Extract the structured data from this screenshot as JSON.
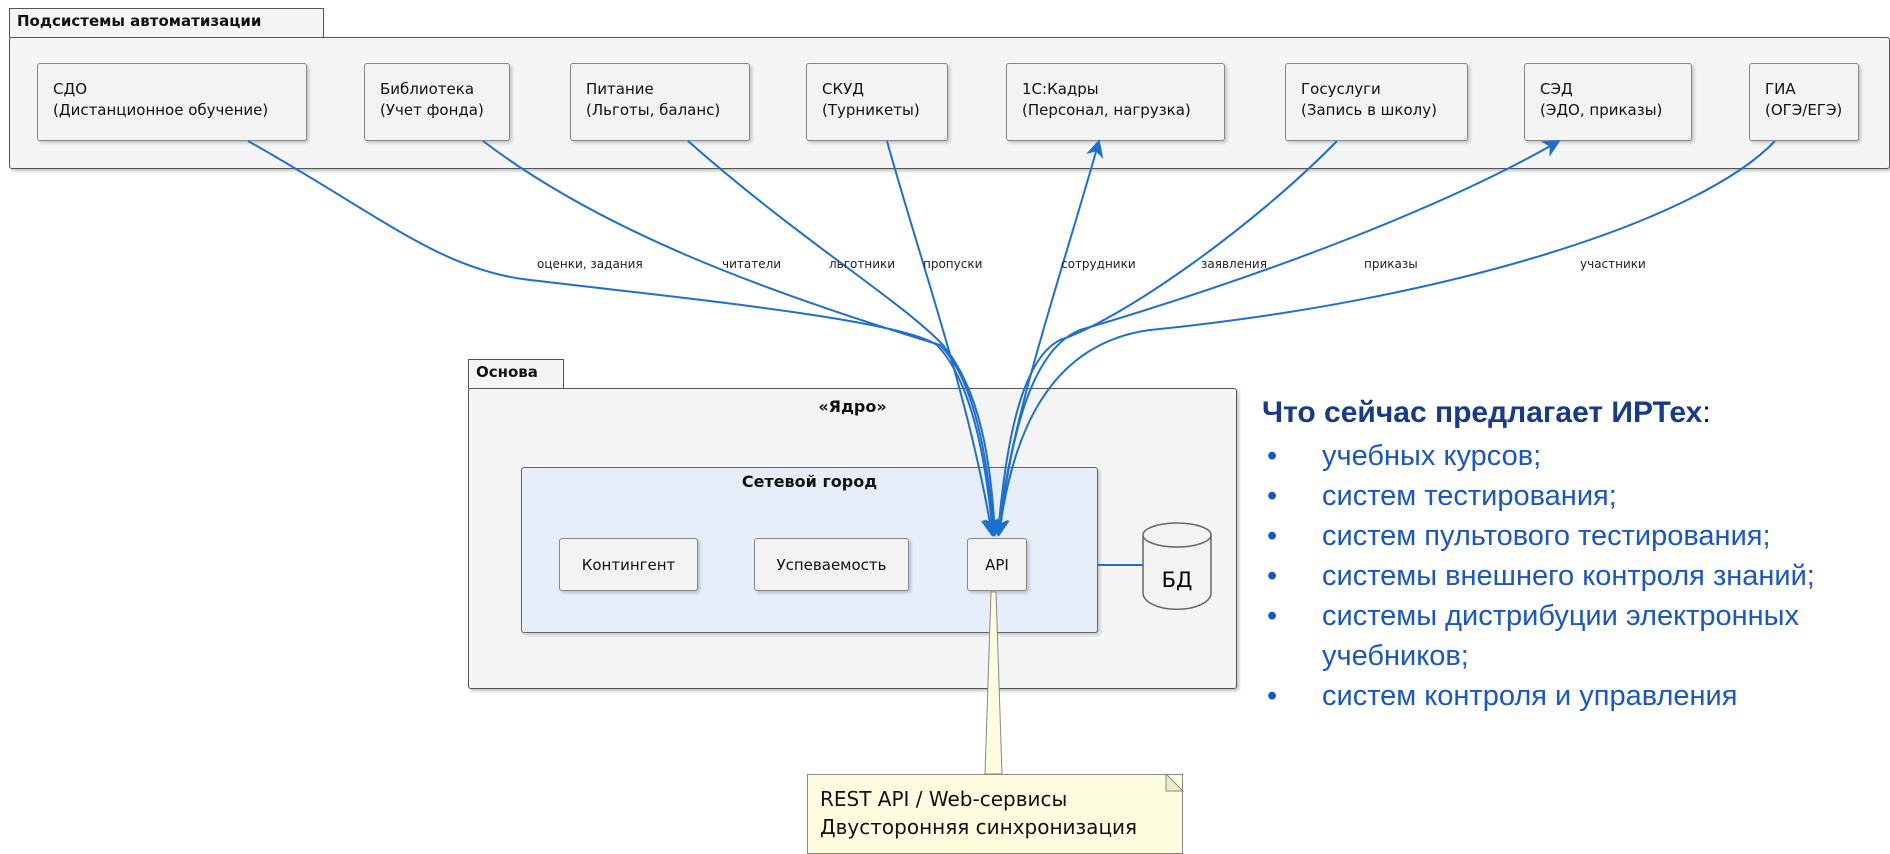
{
  "subsystems": {
    "title": "Подсистемы автоматизации",
    "items": [
      {
        "name": "СДО",
        "desc": "(Дистанционное обучение)"
      },
      {
        "name": "Библиотека",
        "desc": "(Учет фонда)"
      },
      {
        "name": "Питание",
        "desc": "(Льготы, баланс)"
      },
      {
        "name": "СКУД",
        "desc": "(Турникеты)"
      },
      {
        "name": "1С:Кадры",
        "desc": "(Персонал, нагрузка)"
      },
      {
        "name": "Госуслуги",
        "desc": "(Запись в школу)"
      },
      {
        "name": "СЭД",
        "desc": "(ЭДО, приказы)"
      },
      {
        "name": "ГИА",
        "desc": "(ОГЭ/ЕГЭ)"
      }
    ]
  },
  "base": {
    "title": "Основа",
    "stereotype": "«Ядро»",
    "system": {
      "title": "Сетевой город",
      "modules": [
        "Контингент",
        "Успеваемость",
        "API"
      ]
    },
    "db": "БД"
  },
  "edges": [
    "оценки, задания",
    "читатели",
    "льготники",
    "пропуски",
    "сотрудники",
    "заявления",
    "приказы",
    "участники"
  ],
  "note": {
    "line1": "REST API / Web-сервисы",
    "line2": "Двусторонняя синхронизация"
  },
  "side": {
    "heading_bold": "Что сейчас предлагает ИРТех",
    "heading_rest": ":",
    "bullet": "•",
    "items": [
      "учебных курсов;",
      "систем тестирования;",
      "систем пультового тестирования;",
      "системы внешнего контроля знаний;",
      "системы дистрибуции электронных учебников;",
      "систем контроля и управления"
    ]
  },
  "colors": {
    "arrow": "#1f6fd0",
    "note": "#fefde0",
    "inner": "#e6eef9"
  }
}
